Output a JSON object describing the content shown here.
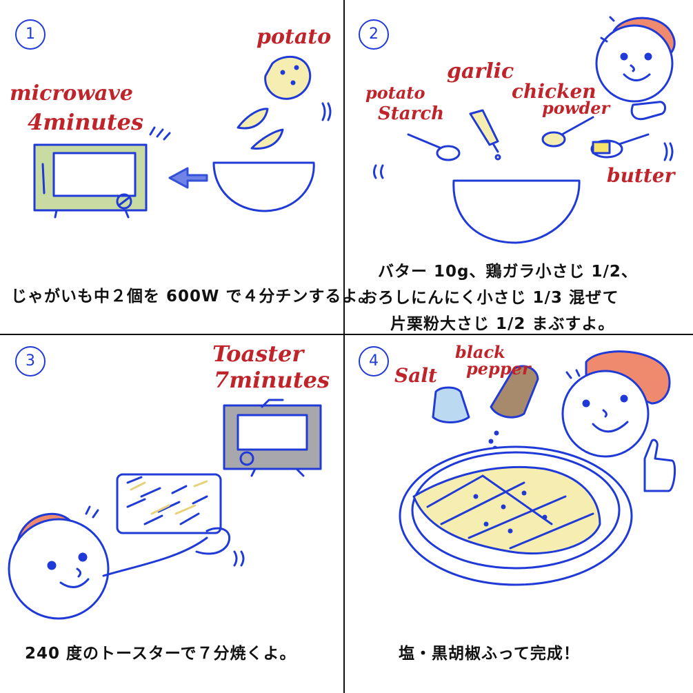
{
  "panels": [
    {
      "number": "1",
      "labels": {
        "potato": "potato",
        "microwave": "microwave",
        "minutes": "4minutes"
      },
      "caption": "じゃがいも中２個を 600W で４分チンするよ。"
    },
    {
      "number": "2",
      "labels": {
        "potato_starch_1": "potato",
        "potato_starch_2": "Starch",
        "garlic": "garlic",
        "chicken_1": "chicken",
        "chicken_2": "powder",
        "butter": "butter"
      },
      "caption_lines": [
        "バター 10g、鶏ガラ小さじ 1/2、",
        "おろしにんにく小さじ 1/3 混ぜて",
        "片栗粉大さじ 1/2 まぶすよ。"
      ]
    },
    {
      "number": "3",
      "labels": {
        "toaster": "Toaster",
        "minutes": "7minutes"
      },
      "caption": "240 度のトースターで７分焼くよ。"
    },
    {
      "number": "4",
      "labels": {
        "salt": "Salt",
        "black": "black",
        "pepper": "pepper"
      },
      "caption": "塩・黒胡椒ふって完成！"
    }
  ],
  "colors": {
    "outline": "#1f3ad6",
    "label": "#c0242b",
    "potato": "#f6edb0",
    "beret": "#f08a6e",
    "microwave": "#c7dba2",
    "toaster": "#a8a8ac"
  }
}
